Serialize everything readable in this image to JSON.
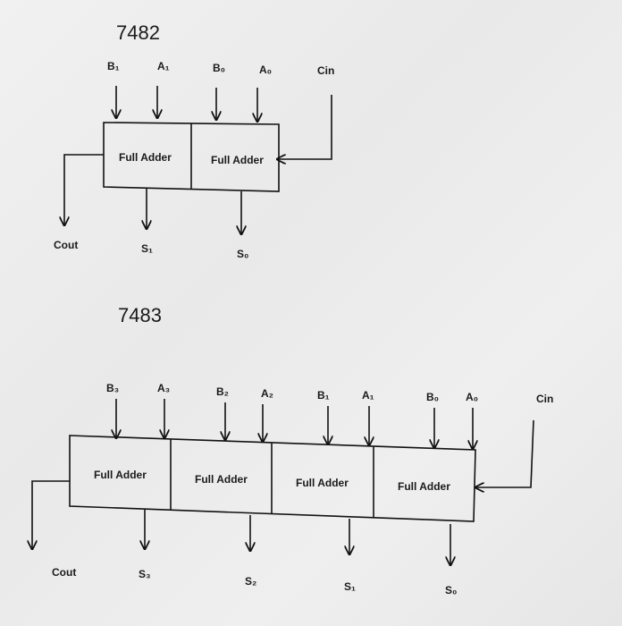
{
  "diagram_top": {
    "title": "7482",
    "inputs": [
      "B₁",
      "A₁",
      "B₀",
      "A₀"
    ],
    "carry_in": "Cin",
    "cells": [
      "Full Adder",
      "Full Adder"
    ],
    "carry_out": "Cout",
    "outputs": [
      "S₁",
      "S₀"
    ]
  },
  "diagram_bottom": {
    "title": "7483",
    "inputs": [
      "B₃",
      "A₃",
      "B₂",
      "A₂",
      "B₁",
      "A₁",
      "B₀",
      "A₀"
    ],
    "carry_in": "Cin",
    "cells": [
      "Full Adder",
      "Full Adder",
      "Full Adder",
      "Full Adder"
    ],
    "carry_out": "Cout",
    "outputs": [
      "S₃",
      "S₂",
      "S₁",
      "S₀"
    ]
  }
}
